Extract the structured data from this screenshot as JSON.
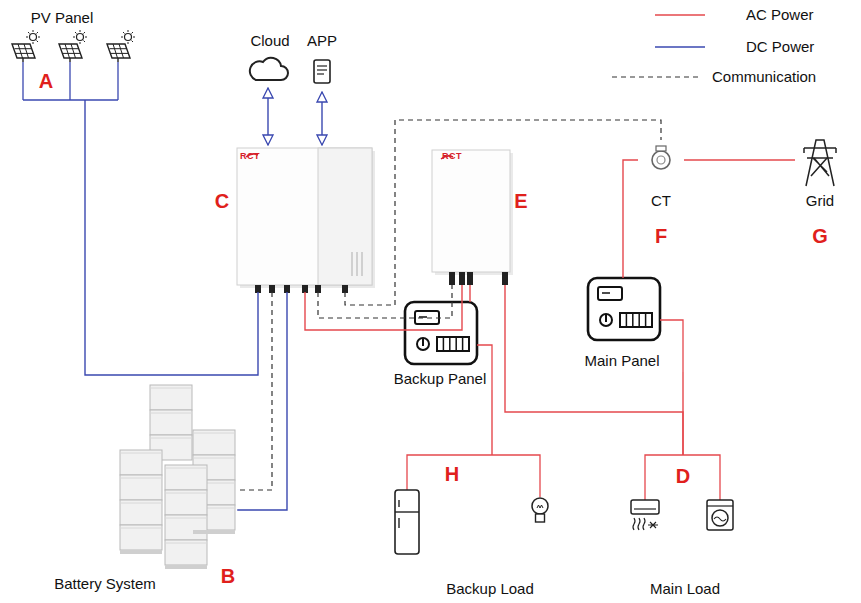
{
  "diagram": {
    "nodes": [
      {
        "text": [
          "PV Panel",
          "A"
        ]
      },
      {
        "text": [
          "Cloud"
        ]
      },
      {
        "text": [
          "APP"
        ]
      },
      {
        "text": [
          "RCT",
          "C"
        ]
      },
      {
        "text": [
          "RCT",
          "E"
        ]
      },
      {
        "text": [
          "CT",
          "F"
        ]
      },
      {
        "text": [
          "Grid",
          "G"
        ]
      },
      {
        "text": [
          "Main Panel"
        ]
      },
      {
        "text": [
          "Backup Panel"
        ]
      },
      {
        "text": [
          "Battery System",
          "B"
        ]
      },
      {
        "text": [
          "H",
          "Backup Load"
        ]
      },
      {
        "text": [
          "D",
          "Main Load"
        ]
      }
    ],
    "edges": [
      {
        "from": 0,
        "to": 3,
        "arrow": "none"
      },
      {
        "from": 1,
        "to": 3,
        "arrow": "both"
      },
      {
        "from": 2,
        "to": 3,
        "arrow": "both"
      },
      {
        "from": 3,
        "to": 9,
        "arrow": "none"
      },
      {
        "from": 3,
        "to": 9,
        "arrow": "none"
      },
      {
        "from": 3,
        "to": 4,
        "arrow": "none"
      },
      {
        "from": 3,
        "to": 4,
        "arrow": "none"
      },
      {
        "from": 3,
        "to": 5,
        "arrow": "none"
      },
      {
        "from": 4,
        "to": 8,
        "arrow": "none"
      },
      {
        "from": 4,
        "to": 11,
        "arrow": "none"
      },
      {
        "from": 7,
        "to": 11,
        "arrow": "none"
      },
      {
        "from": 7,
        "to": 5,
        "arrow": "none"
      },
      {
        "from": 5,
        "to": 6,
        "arrow": "none"
      },
      {
        "from": 8,
        "to": 10,
        "arrow": "none"
      }
    ],
    "legend": [
      {
        "text": "AC Power"
      },
      {
        "text": "DC Power"
      },
      {
        "text": "Communication"
      }
    ]
  }
}
